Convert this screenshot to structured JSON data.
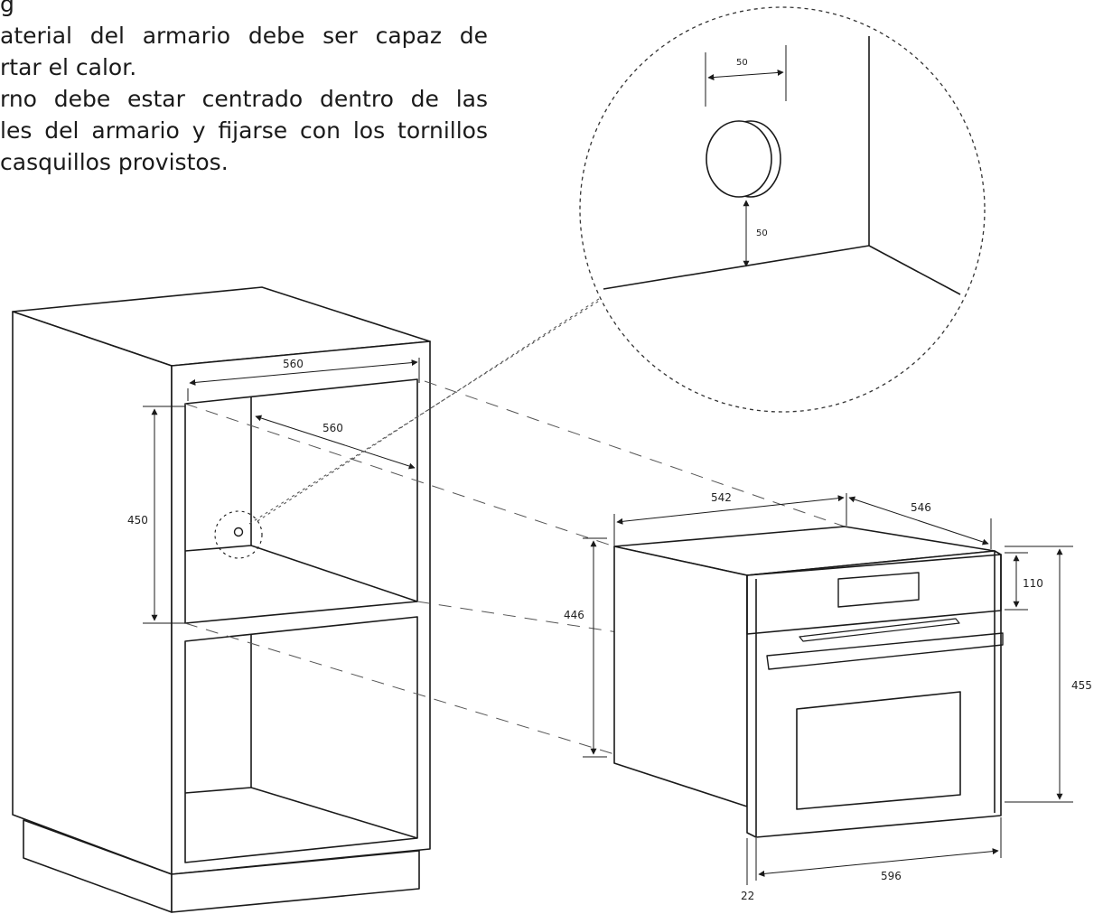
{
  "instructions": {
    "lines": [
      "g",
      "aterial del armario debe ser capaz de",
      "rtar el calor.",
      "rno debe estar centrado dentro de las",
      "les del armario y fijarse con los tornillos",
      "casquillos provistos."
    ]
  },
  "dimensions": {
    "cabinet_width": "560",
    "cabinet_depth": "560",
    "cabinet_niche_height": "450",
    "oven_body_width": "542",
    "oven_depth": "546",
    "oven_body_height": "446",
    "oven_panel_height": "110",
    "oven_total_height": "455",
    "oven_front_width": "596",
    "oven_front_thickness": "22",
    "detail_horizontal": "50",
    "detail_vertical": "50"
  },
  "colors": {
    "line": "#1a1a1a",
    "dashed": "#555555",
    "background": "#ffffff"
  }
}
